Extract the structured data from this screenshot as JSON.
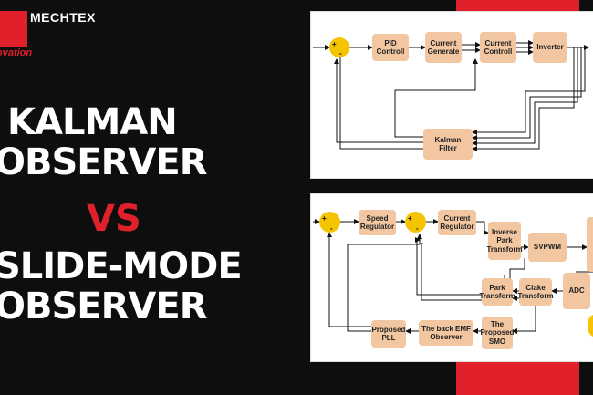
{
  "brand": {
    "name": "MECHTEX",
    "tagline": "ovation"
  },
  "titles": {
    "line1": "KALMAN",
    "line2": "OBSERVER",
    "vs": "VS",
    "line3": "SLIDE-MODE",
    "line4": "OBSERVER"
  },
  "colors": {
    "accent": "#e0202a",
    "block": "#f2c6a0",
    "sum": "#f5c400",
    "background": "#0e0e0e"
  },
  "kalman_diagram": {
    "blocks": {
      "pid": "PID\nControll",
      "current_generate": "Current\nGenerate",
      "current_controll": "Current\nControll",
      "inverter": "Inverter",
      "kalman_filter": "Kalman\nFilter"
    },
    "signs": {
      "plus": "+",
      "minus": "-"
    }
  },
  "smo_diagram": {
    "blocks": {
      "speed_regulator": "Speed\nRegulator",
      "current_regulator": "Current\nRegulator",
      "inverse_park": "Inverse\nPark\nTransform",
      "svpwm": "SVPWM",
      "park": "Park\nTransform",
      "clarke": "Clake\nTransform",
      "adc": "ADC",
      "pll": "Proposed\nPLL",
      "emf_observer": "The back EMF\nObserver",
      "smo": "The\nProposed\nSMO"
    },
    "signs": {
      "plus": "+",
      "minus": "-"
    }
  }
}
